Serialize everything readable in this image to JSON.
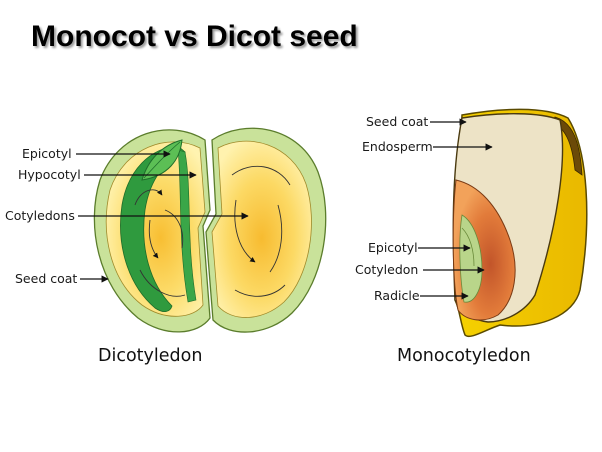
{
  "title": "Monocot vs Dicot seed",
  "dicot": {
    "caption": "Dicotyledon",
    "labels": {
      "epicotyl": "Epicotyl",
      "hypocotyl": "Hypocotyl",
      "cotyledons": "Cotyledons",
      "seed_coat": "Seed coat"
    }
  },
  "monocot": {
    "caption": "Monocotyledon",
    "labels": {
      "seed_coat": "Seed coat",
      "endosperm": "Endosperm",
      "epicotyl": "Epicotyl",
      "cotyledon": "Cotyledon",
      "radicle": "Radicle"
    }
  },
  "colors": {
    "seed_coat_green": "#c9e29a",
    "embryo_green": "#2e9a3c",
    "cotyledon_yellow": "#fde77a",
    "cotyledon_center": "#f9c23a",
    "monocot_shell": "#f2c400",
    "endosperm": "#ede3c6",
    "embryo_orange": "#e57f3e"
  }
}
